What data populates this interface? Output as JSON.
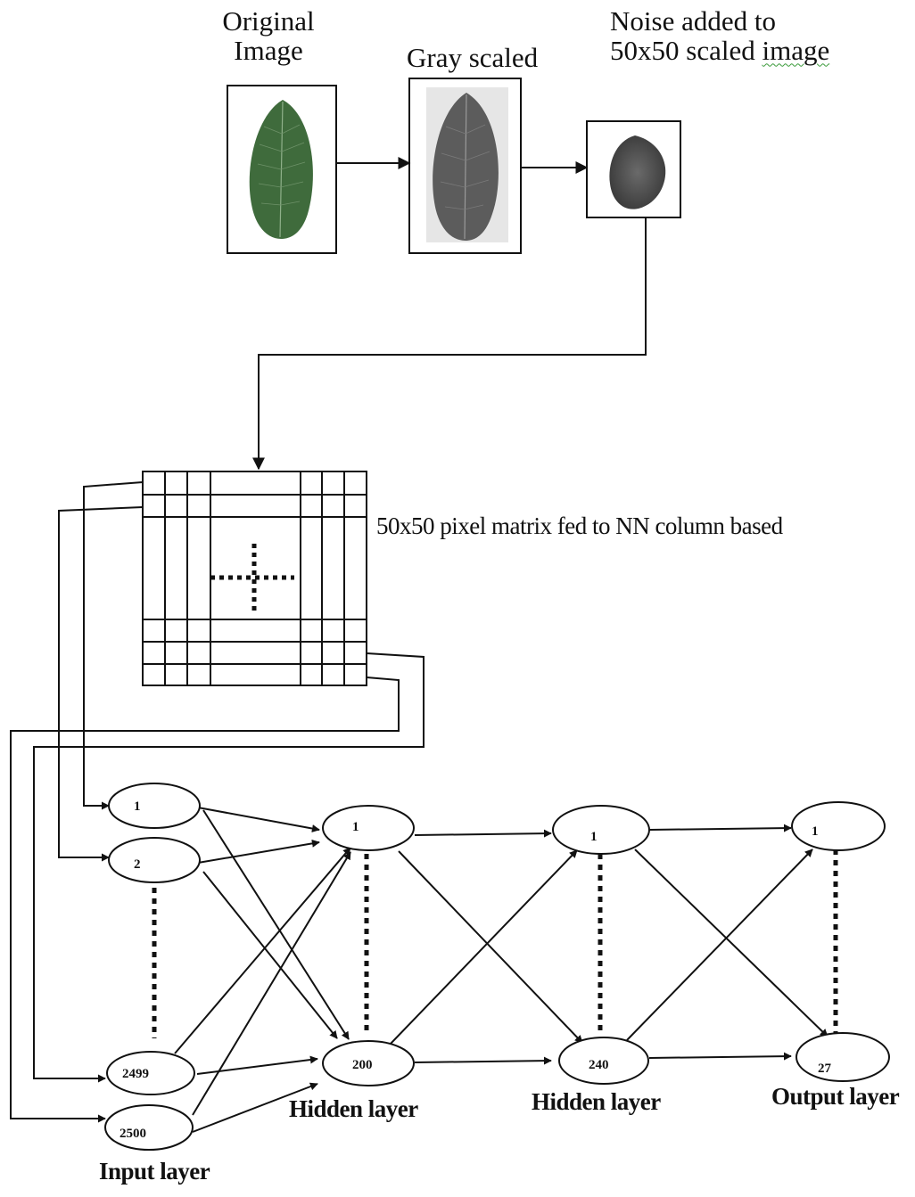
{
  "stages": {
    "original": {
      "line1": "Original",
      "line2": "Image"
    },
    "gray": {
      "label": "Gray scaled"
    },
    "noise": {
      "line1": "Noise added to",
      "line2_prefix": "50x50 scaled ",
      "line2_word": "image"
    }
  },
  "matrix": {
    "label": "50x50 pixel matrix fed to NN column based"
  },
  "network": {
    "input": {
      "label": "Input layer",
      "nodes": [
        "1",
        "2",
        "2499",
        "2500"
      ]
    },
    "hidden1": {
      "label": "Hidden layer",
      "nodes": [
        "1",
        "200"
      ]
    },
    "hidden2": {
      "label": "Hidden layer",
      "nodes": [
        "1",
        "240"
      ]
    },
    "output": {
      "label": "Output layer",
      "nodes": [
        "1",
        "27"
      ]
    }
  },
  "colors": {
    "leaf": "#3f6b3c",
    "leaf_vein": "#8fb08a",
    "gray_leaf": "#5c5c5c",
    "noise_leaf": "#4a4a4a",
    "ink": "#111111",
    "squiggle": "#3a9a3a"
  }
}
